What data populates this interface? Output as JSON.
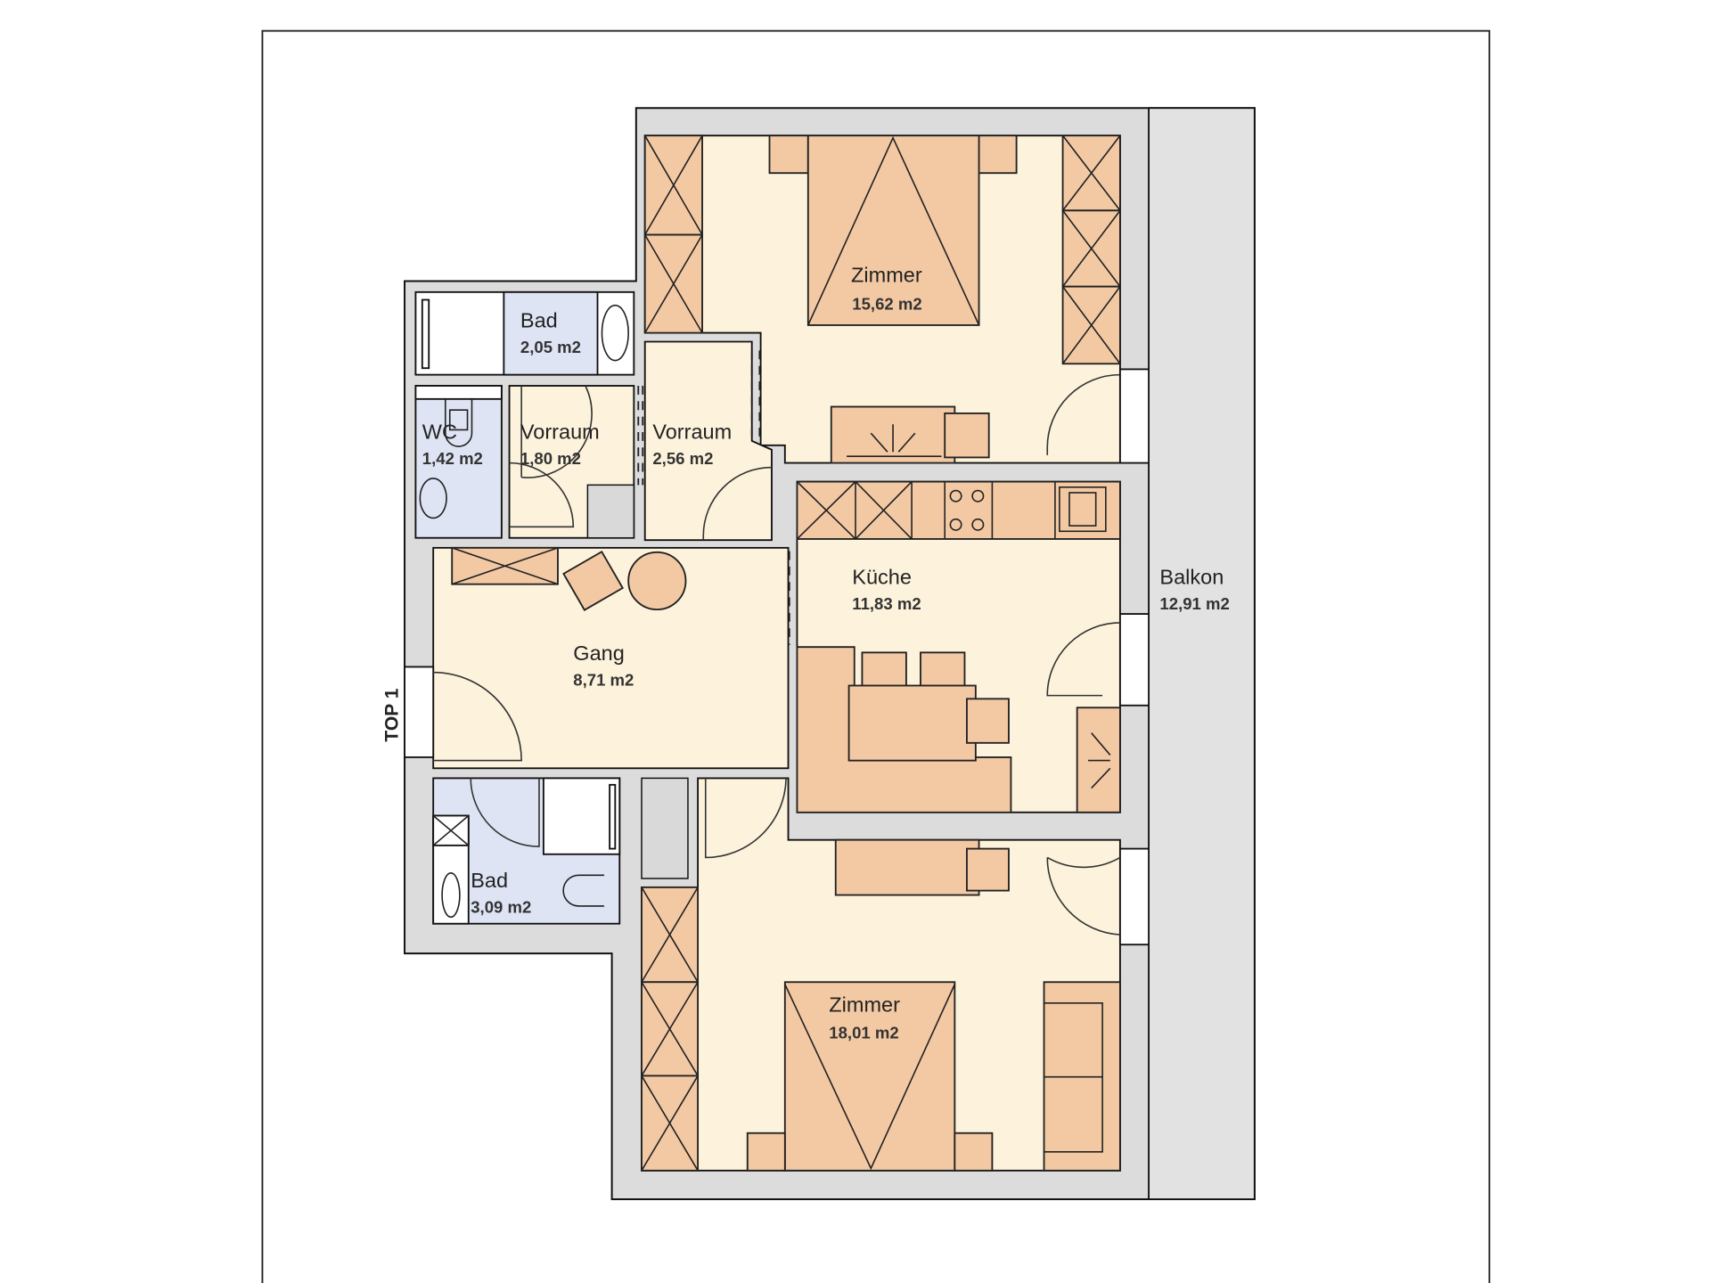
{
  "plan": {
    "unit_label": "TOP 1",
    "rooms": {
      "zimmer_top": {
        "name": "Zimmer",
        "area": "15,62 m2"
      },
      "bad_top": {
        "name": "Bad",
        "area": "2,05 m2"
      },
      "wc": {
        "name": "WC",
        "area": "1,42 m2"
      },
      "vorraum_1": {
        "name": "Vorraum",
        "area": "1,80 m2"
      },
      "vorraum_2": {
        "name": "Vorraum",
        "area": "2,56 m2"
      },
      "kueche": {
        "name": "Küche",
        "area": "11,83 m2"
      },
      "balkon": {
        "name": "Balkon",
        "area": "12,91 m2"
      },
      "gang": {
        "name": "Gang",
        "area": "8,71 m2"
      },
      "bad_bottom": {
        "name": "Bad",
        "area": "3,09 m2"
      },
      "zimmer_bottom": {
        "name": "Zimmer",
        "area": "18,01 m2"
      }
    }
  },
  "colors": {
    "floor": "#fdf3dc",
    "furniture": "#f3c9a4",
    "wet_room": "#dfe4f4",
    "wall": "#dcdcdc"
  }
}
